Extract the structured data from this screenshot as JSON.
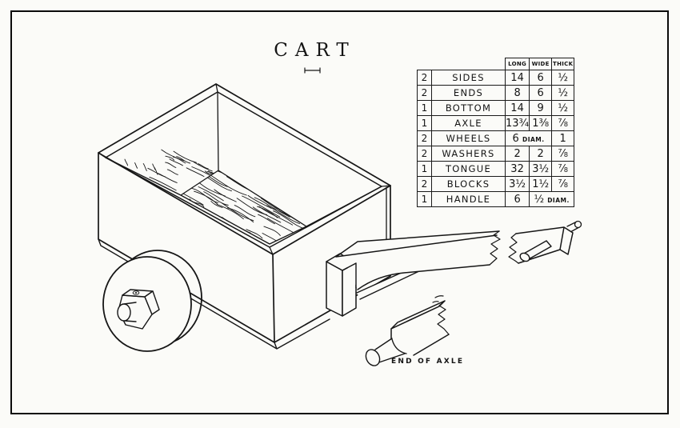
{
  "page": {
    "paper_color": "#fbfbf8",
    "ink_color": "#161616"
  },
  "title": {
    "text": "CART"
  },
  "labels": {
    "axle_detail": "END OF AXLE"
  },
  "parts_table": {
    "headers": [
      "LONG",
      "WIDE",
      "THICK"
    ],
    "rows": [
      {
        "qty": "2",
        "name": "SIDES",
        "long": "14",
        "wide": "6",
        "thick": "½"
      },
      {
        "qty": "2",
        "name": "ENDS",
        "long": "8",
        "wide": "6",
        "thick": "½"
      },
      {
        "qty": "1",
        "name": "BOTTOM",
        "long": "14",
        "wide": "9",
        "thick": "½"
      },
      {
        "qty": "1",
        "name": "AXLE",
        "long": "13¾",
        "wide": "1⅜",
        "thick": "⅞"
      },
      {
        "qty": "2",
        "name": "WHEELS",
        "long": "6",
        "long_unit": "DIAM.",
        "long_span": 2,
        "thick": "1"
      },
      {
        "qty": "2",
        "name": "WASHERS",
        "long": "2",
        "wide": "2",
        "thick": "⅞"
      },
      {
        "qty": "1",
        "name": "TONGUE",
        "long": "32",
        "wide": "3½",
        "thick": "⅞"
      },
      {
        "qty": "2",
        "name": "BLOCKS",
        "long": "3½",
        "wide": "1½",
        "thick": "⅞"
      },
      {
        "qty": "1",
        "name": "HANDLE",
        "long": "6",
        "wide": "½",
        "wide_unit": "DIAM.",
        "wide_span": 2
      }
    ]
  }
}
